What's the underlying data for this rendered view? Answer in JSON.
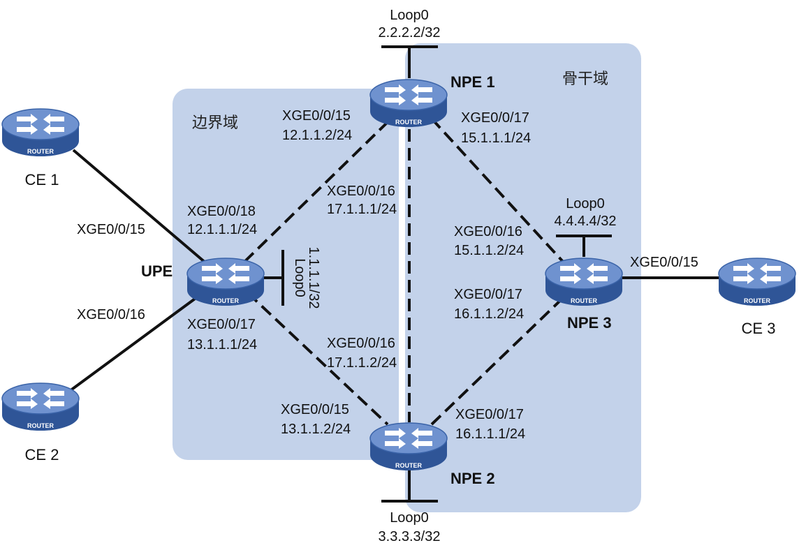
{
  "colors": {
    "domain_fill": "#c3d2ea",
    "router_body": "#2f5597",
    "router_top": "#6f92cf",
    "link": "#111111"
  },
  "domains": {
    "border": "边界域",
    "backbone": "骨干域"
  },
  "router_badge": "ROUTER",
  "nodes": {
    "ce1": {
      "name": "CE 1"
    },
    "ce2": {
      "name": "CE 2"
    },
    "ce3": {
      "name": "CE 3"
    },
    "upe": {
      "name": "UPE",
      "loop_name": "Loop0",
      "loop_ip": "1.1.1.1/32"
    },
    "npe1": {
      "name": "NPE 1",
      "loop_name": "Loop0",
      "loop_ip": "2.2.2.2/32"
    },
    "npe2": {
      "name": "NPE 2",
      "loop_name": "Loop0",
      "loop_ip": "3.3.3.3/32"
    },
    "npe3": {
      "name": "NPE 3",
      "loop_name": "Loop0",
      "loop_ip": "4.4.4.4/32"
    }
  },
  "interfaces": {
    "upe_ce1": "XGE0/0/15",
    "upe_ce2": "XGE0/0/16",
    "upe_npe1": {
      "if": "XGE0/0/18",
      "ip": "12.1.1.1/24"
    },
    "upe_npe2": {
      "if": "XGE0/0/17",
      "ip": "13.1.1.1/24"
    },
    "npe1_upe": {
      "if": "XGE0/0/15",
      "ip": "12.1.1.2/24"
    },
    "npe1_npe2": {
      "if": "XGE0/0/16",
      "ip": "17.1.1.1/24"
    },
    "npe1_npe3": {
      "if": "XGE0/0/17",
      "ip": "15.1.1.1/24"
    },
    "npe2_upe": {
      "if": "XGE0/0/15",
      "ip": "13.1.1.2/24"
    },
    "npe2_npe1": {
      "if": "XGE0/0/16",
      "ip": "17.1.1.2/24"
    },
    "npe2_npe3": {
      "if": "XGE0/0/17",
      "ip": "16.1.1.1/24"
    },
    "npe3_npe1": {
      "if": "XGE0/0/16",
      "ip": "15.1.1.2/24"
    },
    "npe3_npe2": {
      "if": "XGE0/0/17",
      "ip": "16.1.1.2/24"
    },
    "npe3_ce3": "XGE0/0/15"
  }
}
